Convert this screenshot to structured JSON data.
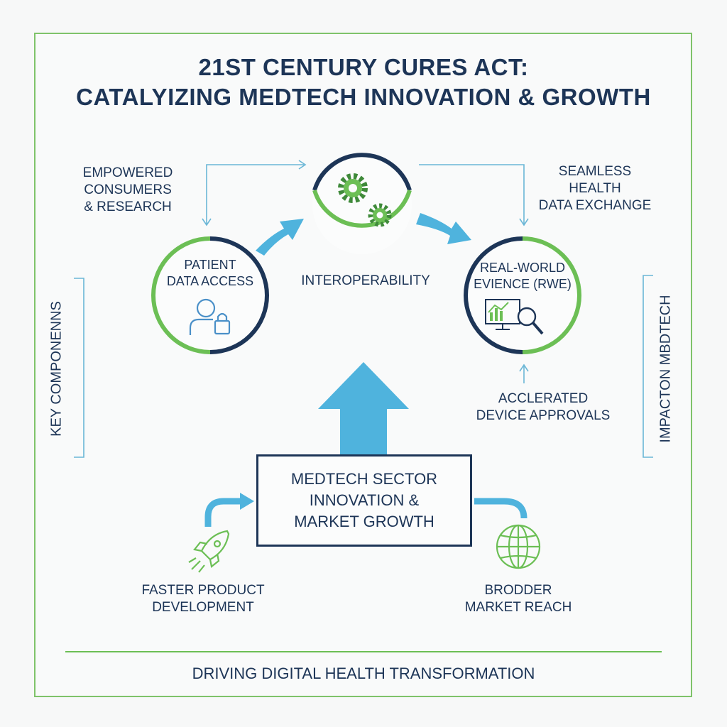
{
  "title": {
    "line1": "21ST CENTURY CURES ACT:",
    "line2": "CATALYIZING MEDTECH INNOVATION & GROWTH"
  },
  "top_left_label": {
    "line1": "EMPOWERED CONSUMERS",
    "line2": "& RESEARCH"
  },
  "top_right_label": {
    "line1": "SEAMLESS HEALTH",
    "line2": "DATA EXCHANGE"
  },
  "circles": {
    "patient": {
      "line1": "PATIENT",
      "line2": "DATA ACCESS",
      "icon": "user-lock-icon"
    },
    "interop": {
      "label": "INTEROPERABILITY",
      "icon": "gears-icon"
    },
    "rwe": {
      "line1": "REAL-WORLD",
      "line2": "EVIENCE (RWE)",
      "icon": "chart-magnifier-icon"
    }
  },
  "approvals_label": {
    "line1": "ACCLERATED",
    "line2": "DEVICE APPROVALS"
  },
  "left_side": "KEY COMPONENNS",
  "right_side": "IMPACTON MBDTECH",
  "center_box": {
    "line1": "MEDTECH SECTOR",
    "line2": "INNOVATION &",
    "line3": "MARKET GROWTH"
  },
  "bottom_left": {
    "line1": "FASTER PRODUCT",
    "line2": "DEVELOPMENT",
    "icon": "rocket-icon"
  },
  "bottom_right": {
    "line1": "BRODDER",
    "line2": "MARKET REACH",
    "icon": "globe-icon"
  },
  "footer": "DRIVING DIGITAL HEALTH TRANSFORMATION",
  "colors": {
    "navy": "#1d3557",
    "green": "#6cbf55",
    "blue": "#4fb3dd",
    "thin_blue": "#6ab6d6"
  }
}
